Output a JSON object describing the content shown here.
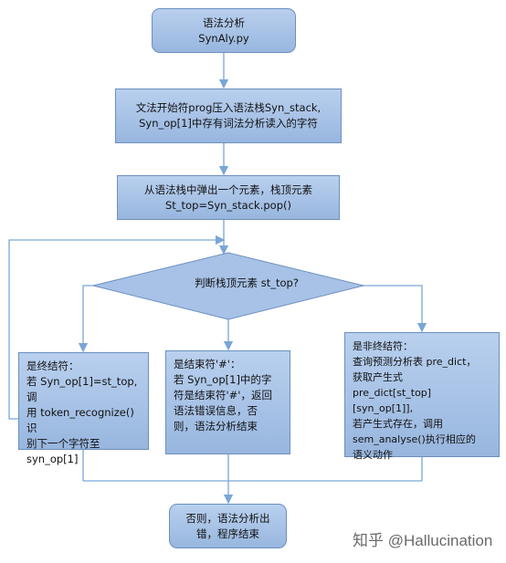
{
  "flowchart": {
    "start": {
      "line1": "语法分析",
      "line2": "SynAly.py"
    },
    "step1": {
      "line1": "文法开始符prog压入语法栈Syn_stack,",
      "line2": "Syn_op[1]中存有词法分析读入的字符"
    },
    "step2": {
      "line1": "从语法栈中弹出一个元素，栈顶元素",
      "line2": "St_top=Syn_stack.pop()"
    },
    "decision": {
      "label": "判断栈顶元素 st_top?"
    },
    "branch_terminal": {
      "lines": [
        "是终结符：",
        "若 Syn_op[1]=st_top,调",
        "用 token_recognize()识",
        "别下一个字符至",
        "syn_op[1]"
      ]
    },
    "branch_end": {
      "lines": [
        "是结束符'#'：",
        "若 Syn_op[1]中的字",
        "符是结束符'#'，返回",
        "语法错误信息，否",
        "则，语法分析结束"
      ]
    },
    "branch_nonterminal": {
      "lines": [
        "是非终结符：",
        "查询预测分析表 pre_dict，",
        "获取产生式",
        "pre_dict[st_top][syn_op[1]],",
        "若产生式存在，调用",
        "sem_analyse()执行相应的",
        "语义动作"
      ]
    },
    "end": {
      "line1": "否则，语法分析出",
      "line2": "错，程序结束"
    }
  },
  "watermark": "知乎 @Hallucination",
  "colors": {
    "box_fill": "#a7c2e6",
    "box_border": "#6c8fbf",
    "arrow": "#7aa6d6"
  }
}
